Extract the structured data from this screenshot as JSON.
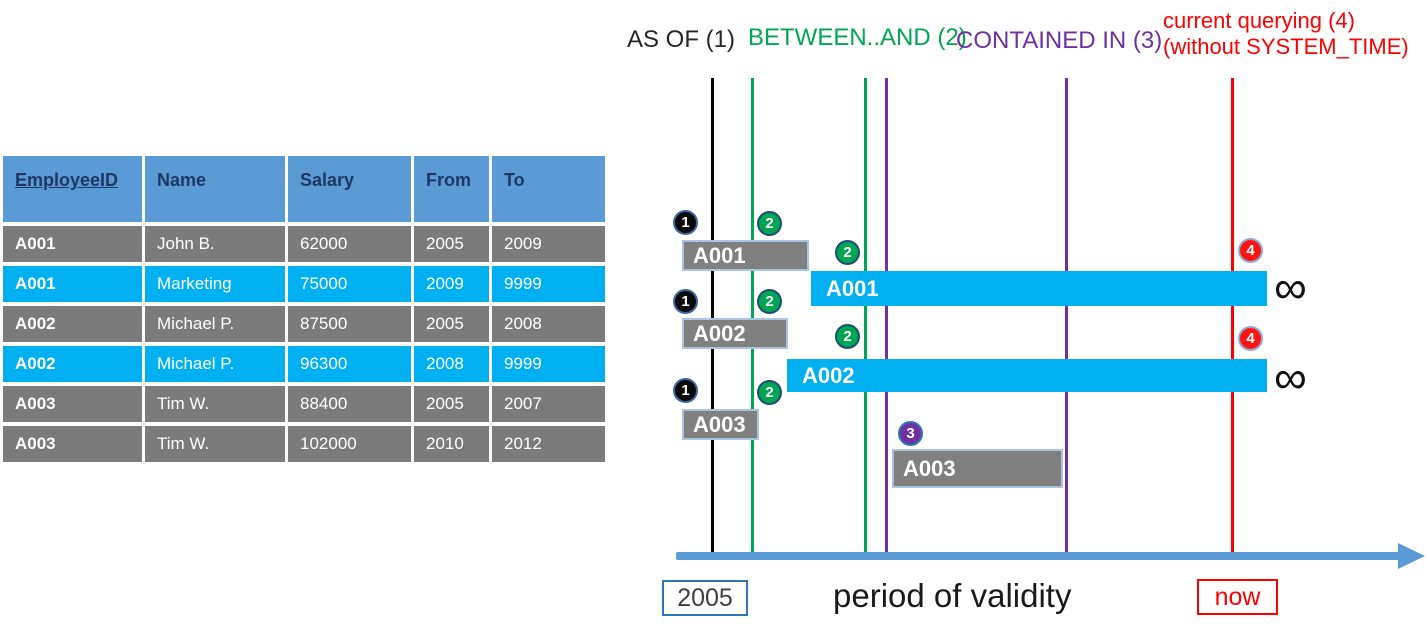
{
  "table": {
    "headers": [
      "EmployeeID",
      "Name",
      "Salary",
      "From",
      "To"
    ],
    "rows": [
      [
        "A001",
        "John B.",
        "62000",
        "2005",
        "2009"
      ],
      [
        "A001",
        "Marketing",
        "75000",
        "2009",
        "9999"
      ],
      [
        "A002",
        "Michael P.",
        "87500",
        "2005",
        "2008"
      ],
      [
        "A002",
        "Michael P.",
        "96300",
        "2008",
        "9999"
      ],
      [
        "A003",
        "Tim W.",
        "88400",
        "2005",
        "2007"
      ],
      [
        "A003",
        "Tim W.",
        "102000",
        "2010",
        "2012"
      ]
    ]
  },
  "legend": {
    "as_of": "AS OF (1)",
    "between_and": "BETWEEN..AND (2)",
    "contained_in": "CONTAINED IN (3)",
    "current_querying_line1": "current querying (4)",
    "current_querying_line2": "(without SYSTEM_TIME)"
  },
  "timeline": {
    "bar_labels": [
      "A001",
      "A001",
      "A002",
      "A002",
      "A003",
      "A003"
    ],
    "markers": {
      "one": "1",
      "two": "2",
      "three": "3",
      "four": "4"
    },
    "infinity": "∞",
    "axis": {
      "start": "2005",
      "title": "period of validity",
      "now": "now"
    }
  },
  "colors": {
    "header_blue": "#5b9bd5",
    "header_text_navy": "#1f3864",
    "row_gray": "#7b7b7b",
    "row_cyan": "#00b0f0",
    "bar_gray": "#808080",
    "bar_cyan": "#00b0f0",
    "line_black": "#000000",
    "line_green": "#00a651",
    "line_purple": "#7030a0",
    "line_red": "#ff0000",
    "axis_blue": "#5b9bd5"
  }
}
